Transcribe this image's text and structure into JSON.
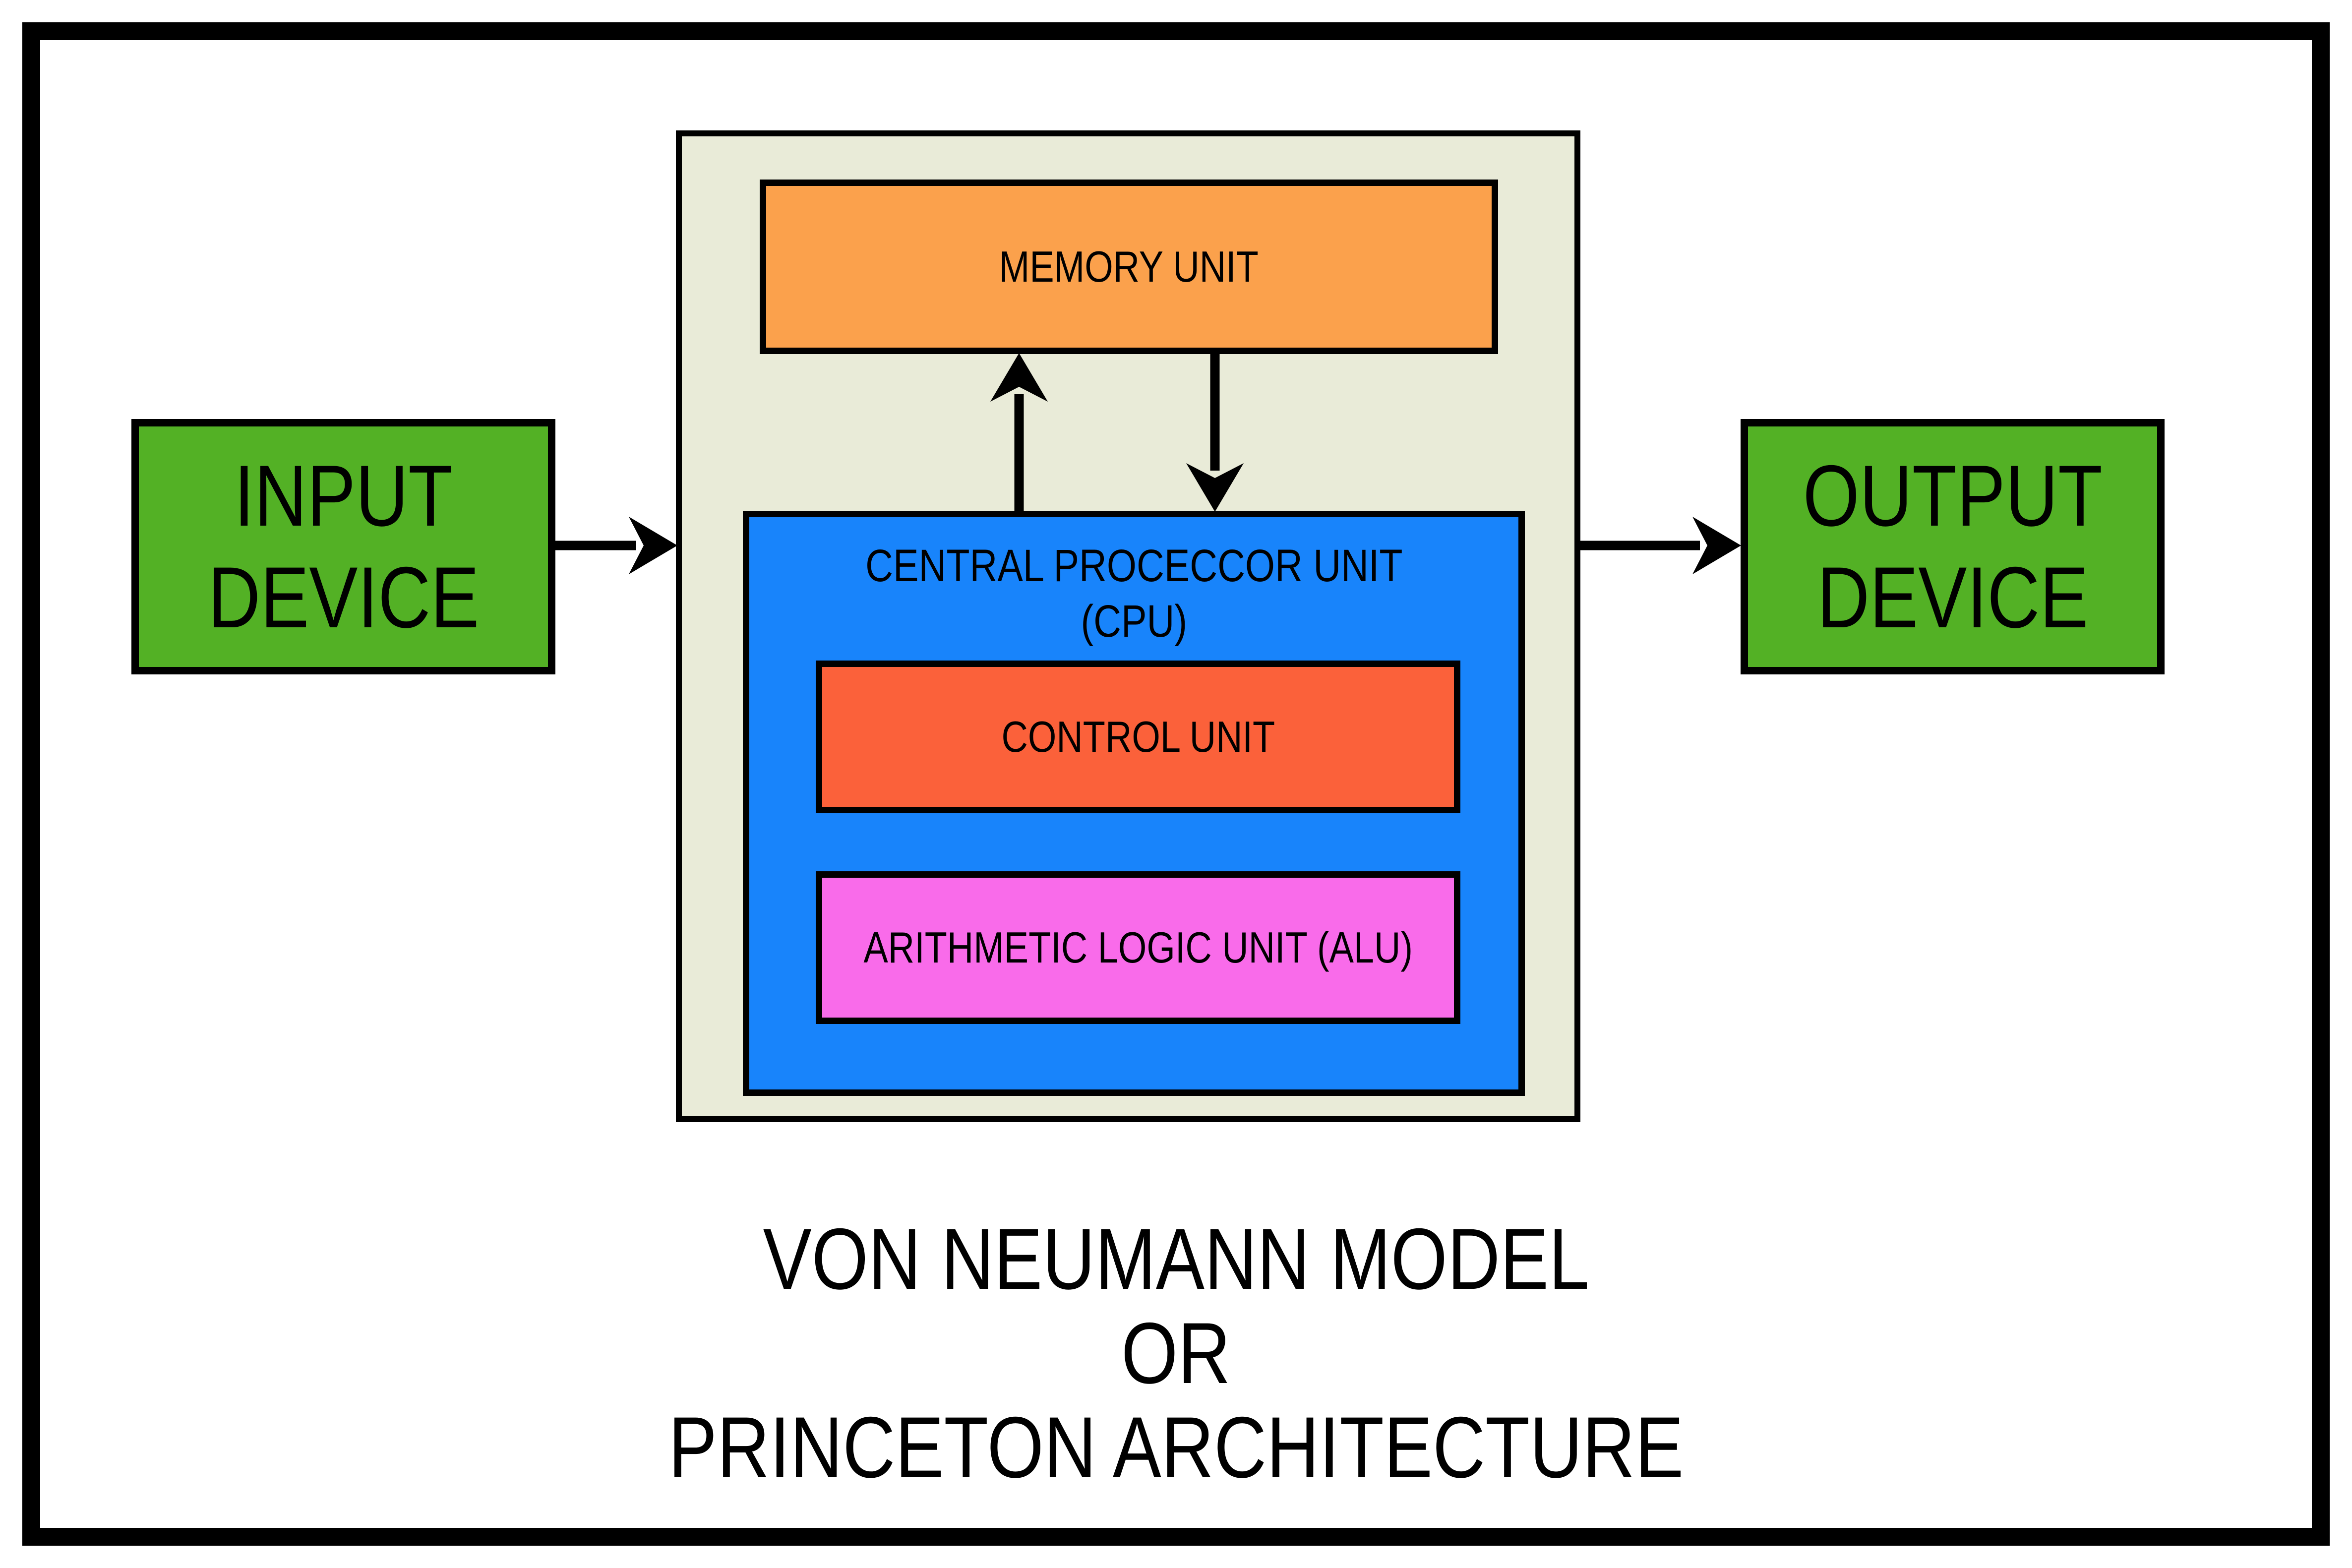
{
  "diagram": {
    "title": {
      "lines": [
        "VON NEUMANN MODEL",
        "OR",
        "PRINCETON ARCHITECTURE"
      ]
    },
    "nodes": {
      "memory": {
        "label": "MEMORY UNIT"
      },
      "cpu": {
        "label_lines": [
          "CENTRAL PROCECCOR UNIT",
          "(CPU)"
        ]
      },
      "control": {
        "label": "CONTROL UNIT"
      },
      "alu": {
        "label": "ARITHMETIC LOGIC UNIT (ALU)"
      },
      "input": {
        "label_lines": [
          "INPUT",
          "DEVICE"
        ]
      },
      "output": {
        "label_lines": [
          "OUTPUT",
          "DEVICE"
        ]
      }
    },
    "arrows": [
      {
        "from": "input-device",
        "to": "system-container",
        "direction": "right"
      },
      {
        "from": "system-container",
        "to": "output-device",
        "direction": "right"
      },
      {
        "from": "cpu",
        "to": "memory-unit",
        "direction": "up"
      },
      {
        "from": "memory-unit",
        "to": "cpu",
        "direction": "down"
      }
    ]
  },
  "colors": {
    "page": "#FFFFFF",
    "frame": "#000000",
    "container": "#E9EBD8",
    "memory": "#FBA14C",
    "cpu": "#1884FB",
    "control": "#FB613A",
    "alu": "#F96BEA",
    "device": "#53B125",
    "arrow": "#000000"
  }
}
